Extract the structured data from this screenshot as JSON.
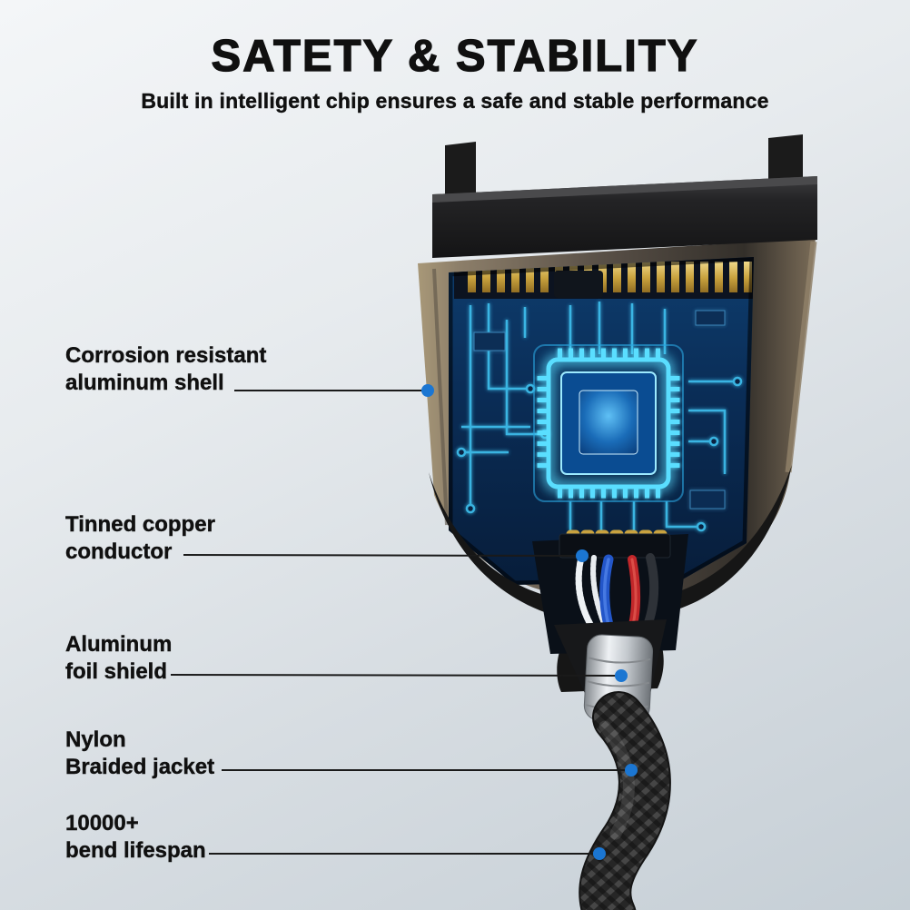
{
  "header": {
    "title": "SATETY & STABILITY",
    "subtitle": "Built in intelligent chip ensures a safe and stable performance"
  },
  "callouts": [
    {
      "line1": "Corrosion resistant",
      "line2": "aluminum shell"
    },
    {
      "line1": "Tinned copper",
      "line2": "conductor"
    },
    {
      "line1": "Aluminum",
      "line2": "foil shield"
    },
    {
      "line1": "Nylon",
      "line2": "Braided jacket"
    },
    {
      "line1": "10000+",
      "line2": "bend lifespan"
    }
  ],
  "colors": {
    "accent": "#1b76d2",
    "chip-glow": "#5adeff",
    "pcb": "#0a2c55",
    "shell-bronze": "#9b8a72",
    "wire-blue": "#2356c9",
    "wire-red": "#c2272a",
    "text": "#101010"
  }
}
